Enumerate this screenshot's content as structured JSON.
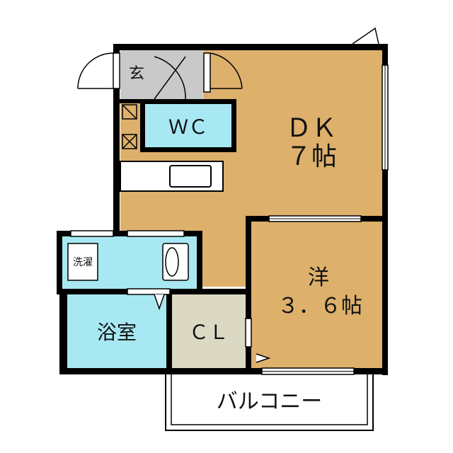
{
  "floor_plan": {
    "rooms": {
      "entrance": {
        "label": "玄",
        "color": "#c9c9c9"
      },
      "wc": {
        "label": "ＷＣ",
        "color": "#a8e8f2"
      },
      "dk": {
        "line1": "ＤＫ",
        "line2": "７帖",
        "color": "#ddb06c"
      },
      "western": {
        "line1": "洋",
        "line2": "３．６帖",
        "color": "#ddb06c"
      },
      "washroom": {
        "label": "洗濯",
        "color": "#a8e8f2"
      },
      "bathroom": {
        "label": "浴室",
        "color": "#a8e8f2"
      },
      "closet": {
        "label": "ＣＬ",
        "color": "#dbd8c4"
      },
      "balcony": {
        "label": "バルコニー",
        "color": "#ffffff"
      }
    },
    "wall_color": "#000000"
  }
}
